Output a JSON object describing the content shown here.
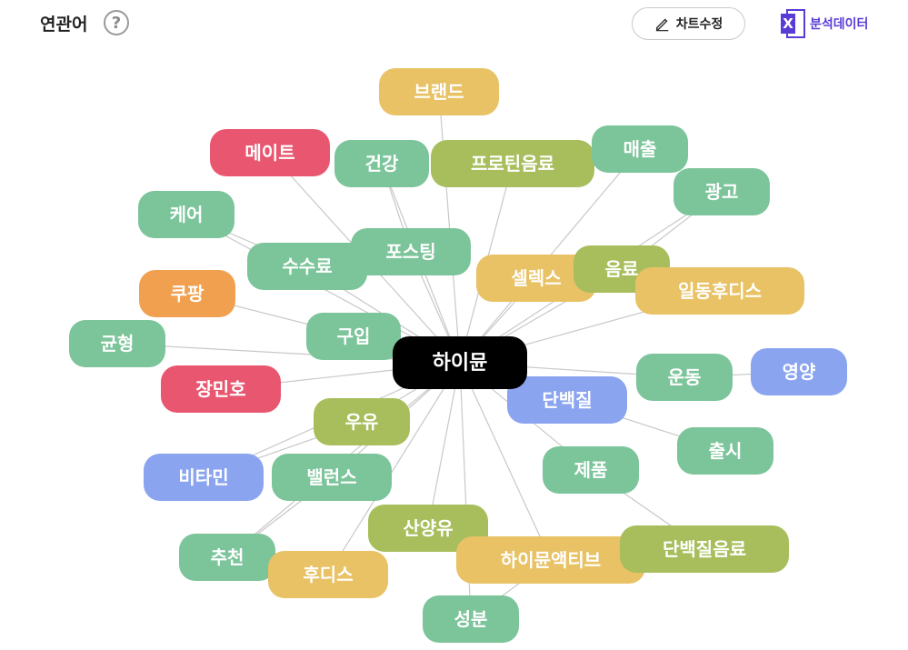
{
  "header": {
    "title": "연관어",
    "help_glyph": "?",
    "edit_label": "차트수정",
    "excel_label": "분석데이터",
    "excel_glyph": "X"
  },
  "colors": {
    "center": "#000000",
    "green": "#7cc49a",
    "olive": "#a8be5c",
    "yellow": "#e8c265",
    "red": "#e8566f",
    "orange": "#f0a04e",
    "blue": "#8aa4ef",
    "link": "#c8c8c8",
    "accent": "#5a3bd6"
  },
  "graph": {
    "center": {
      "label": "하이뮨",
      "color": "center"
    },
    "nodes": [
      {
        "label": "브랜드",
        "color": "yellow"
      },
      {
        "label": "메이트",
        "color": "red"
      },
      {
        "label": "건강",
        "color": "green"
      },
      {
        "label": "프로틴음료",
        "color": "olive"
      },
      {
        "label": "매출",
        "color": "green"
      },
      {
        "label": "광고",
        "color": "green"
      },
      {
        "label": "케어",
        "color": "green"
      },
      {
        "label": "수수료",
        "color": "green"
      },
      {
        "label": "포스팅",
        "color": "green"
      },
      {
        "label": "셀렉스",
        "color": "yellow"
      },
      {
        "label": "음료",
        "color": "olive"
      },
      {
        "label": "일동후디스",
        "color": "yellow"
      },
      {
        "label": "쿠팡",
        "color": "orange"
      },
      {
        "label": "구입",
        "color": "green"
      },
      {
        "label": "균형",
        "color": "green"
      },
      {
        "label": "장민호",
        "color": "red"
      },
      {
        "label": "운동",
        "color": "green"
      },
      {
        "label": "영양",
        "color": "blue"
      },
      {
        "label": "단백질",
        "color": "blue"
      },
      {
        "label": "출시",
        "color": "green"
      },
      {
        "label": "우유",
        "color": "olive"
      },
      {
        "label": "비타민",
        "color": "blue"
      },
      {
        "label": "밸런스",
        "color": "green"
      },
      {
        "label": "제품",
        "color": "green"
      },
      {
        "label": "산양유",
        "color": "olive"
      },
      {
        "label": "추천",
        "color": "green"
      },
      {
        "label": "후디스",
        "color": "yellow"
      },
      {
        "label": "하이뮨액티브",
        "color": "yellow"
      },
      {
        "label": "단백질음료",
        "color": "olive"
      },
      {
        "label": "성분",
        "color": "green"
      }
    ],
    "links": [
      [
        "center",
        "브랜드"
      ],
      [
        "center",
        "메이트"
      ],
      [
        "center",
        "건강"
      ],
      [
        "center",
        "프로틴음료"
      ],
      [
        "center",
        "매출"
      ],
      [
        "center",
        "광고"
      ],
      [
        "center",
        "케어"
      ],
      [
        "center",
        "수수료"
      ],
      [
        "center",
        "포스팅"
      ],
      [
        "center",
        "셀렉스"
      ],
      [
        "center",
        "음료"
      ],
      [
        "center",
        "일동후디스"
      ],
      [
        "center",
        "쿠팡"
      ],
      [
        "center",
        "구입"
      ],
      [
        "center",
        "균형"
      ],
      [
        "center",
        "장민호"
      ],
      [
        "center",
        "운동"
      ],
      [
        "center",
        "단백질"
      ],
      [
        "center",
        "우유"
      ],
      [
        "center",
        "비타민"
      ],
      [
        "center",
        "밸런스"
      ],
      [
        "center",
        "제품"
      ],
      [
        "center",
        "산양유"
      ],
      [
        "center",
        "추천"
      ],
      [
        "center",
        "후디스"
      ],
      [
        "center",
        "하이뮨액티브"
      ],
      [
        "center",
        "성분"
      ],
      [
        "운동",
        "영양"
      ],
      [
        "단백질",
        "출시"
      ],
      [
        "제품",
        "단백질음료"
      ],
      [
        "우유",
        "비타민"
      ],
      [
        "밸런스",
        "추천"
      ],
      [
        "하이뮨액티브",
        "단백질음료"
      ],
      [
        "하이뮨액티브",
        "성분"
      ],
      [
        "음료",
        "광고"
      ],
      [
        "포스팅",
        "건강"
      ],
      [
        "수수료",
        "케어"
      ]
    ]
  }
}
